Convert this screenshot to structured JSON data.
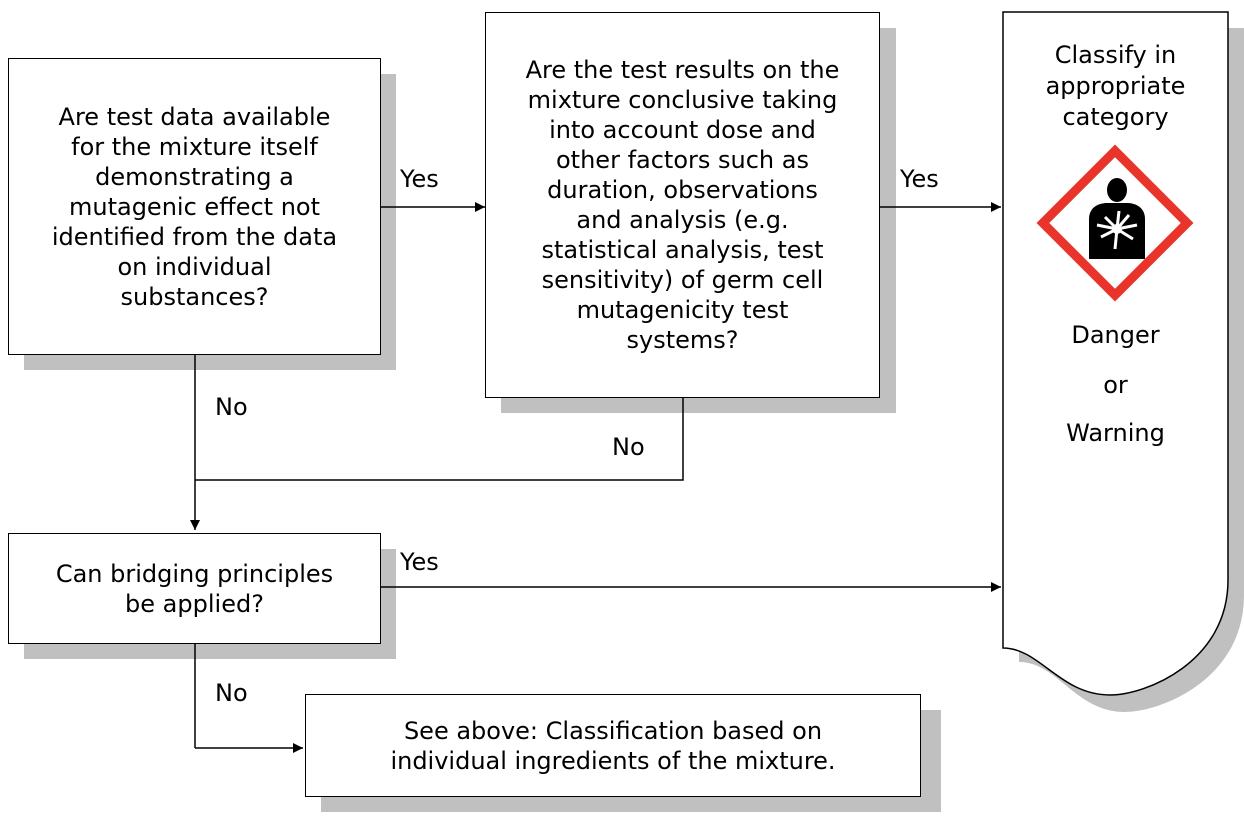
{
  "nodes": {
    "q_test_data": "Are test data available\nfor the mixture itself\ndemonstrating a\nmutagenic effect not\nidentified from the data\non individual\nsubstances?",
    "q_conclusive": "Are the test results on the\nmixture conclusive taking\ninto account dose and\nother factors such as\nduration, observations\nand analysis (e.g.\nstatistical analysis, test\nsensitivity) of germ cell\nmutagenicity test\nsystems?",
    "q_bridging": "Can bridging principles\nbe applied?",
    "see_above": "See above: Classification based on\nindividual ingredients of the mixture."
  },
  "result": {
    "title": "Classify in\nappropriate\ncategory",
    "signal1": "Danger",
    "or": "or",
    "signal2": "Warning",
    "pictogram": "health-hazard-pictogram",
    "pictogram_border_color": "#e8342b"
  },
  "edges": {
    "yes": "Yes",
    "no": "No"
  }
}
